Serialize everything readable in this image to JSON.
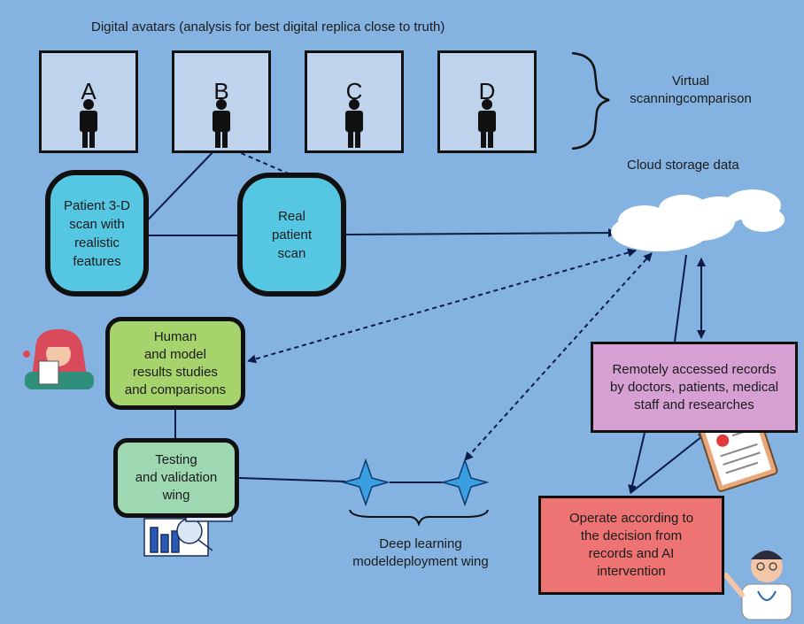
{
  "title": "Digital avatars (analysis for best digital replica close to truth)",
  "avatars": [
    "A",
    "B",
    "C",
    "D"
  ],
  "virtual_scanning_label": "Virtual scanning\ncomparison",
  "cloud_label": "Cloud storage data",
  "boxes": {
    "patient_scan": "Patient 3-D\nscan with\nrealistic\nfeatures",
    "real_scan": "Real\npatient\nscan",
    "human_model": "Human\nand model\nresults studies\nand comparisons",
    "testing": "Testing\nand validation\nwing",
    "remote_records": "Remotely accessed records\nby doctors, patients, medical\nstaff and researches",
    "operate": "Operate according to\nthe decision from\nrecords and AI\nintervention"
  },
  "deep_learning_label": "Deep learning model\ndeployment wing",
  "colors": {
    "background": "#84b3e1",
    "avatar_box": "#bfd4ec",
    "scan_box": "#56c7e3",
    "human_box": "#a7d36c",
    "testing_box": "#9ed8b2",
    "remote_box": "#d6a0d3",
    "operate_box": "#ee7373",
    "star": "#3a9fe0",
    "check": "#2a9a4a"
  },
  "icons": [
    "check-mark-icon",
    "person-icon",
    "cloud-icon",
    "star-icon",
    "brace-icon",
    "woman-thinking-icon",
    "clipboard-icon",
    "analytics-icon",
    "doctor-icon"
  ]
}
